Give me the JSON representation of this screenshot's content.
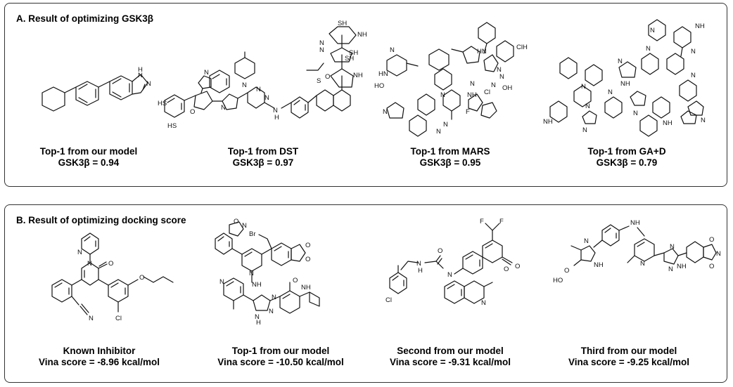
{
  "panel_a": {
    "title": "A. Result of optimizing GSK3β",
    "items": [
      {
        "line1": "Top-1 from our model",
        "line2": "GSK3β = 0.94"
      },
      {
        "line1": "Top-1 from DST",
        "line2": "GSK3β = 0.97"
      },
      {
        "line1": "Top-1 from MARS",
        "line2": "GSK3β = 0.95"
      },
      {
        "line1": "Top-1 from GA+D",
        "line2": "GSK3β = 0.79"
      }
    ]
  },
  "panel_b": {
    "title": "B. Result of optimizing docking score",
    "items": [
      {
        "line1": "Known Inhibitor",
        "line2": "Vina score = -8.96 kcal/mol"
      },
      {
        "line1": "Top-1 from our model",
        "line2": "Vina score = -10.50 kcal/mol"
      },
      {
        "line1": "Second from our model",
        "line2": "Vina score = -9.31 kcal/mol"
      },
      {
        "line1": "Third from our model",
        "line2": "Vina score = -9.25 kcal/mol"
      }
    ]
  },
  "atoms": {
    "a1": [
      "H",
      "N",
      "N"
    ],
    "a2": [
      "HS",
      "HS",
      "SH",
      "SH",
      "NH",
      "SH",
      "NH",
      "O",
      "N",
      "N",
      "N",
      "N",
      "H",
      "O",
      "S",
      "N",
      "N",
      "N",
      "N"
    ],
    "a3": [
      "HN",
      "ClH",
      "N",
      "HO",
      "HN",
      "N",
      "N",
      "N",
      "OH",
      "Cl",
      "NH",
      "N",
      "N",
      "F",
      "N",
      "N",
      "N"
    ],
    "a4": [
      "NH",
      "N",
      "N",
      "N",
      "N",
      "NH",
      "N",
      "N",
      "N",
      "NH",
      "N",
      "N",
      "NH",
      "N",
      "N"
    ],
    "b1": [
      "N",
      "N",
      "O",
      "O",
      "N",
      "Cl"
    ],
    "b2": [
      "N",
      "O",
      "Br",
      "O",
      "O",
      "N",
      "NH",
      "N",
      "O",
      "NH",
      "N",
      "N",
      "N",
      "H"
    ],
    "b3": [
      "F",
      "F",
      "O",
      "N",
      "H",
      "N",
      "O",
      "O",
      "N",
      "Cl"
    ],
    "b4": [
      "NH",
      "N",
      "N",
      "NH",
      "N",
      "N",
      "NH",
      "O",
      "O",
      "HO",
      "O",
      "N"
    ]
  }
}
